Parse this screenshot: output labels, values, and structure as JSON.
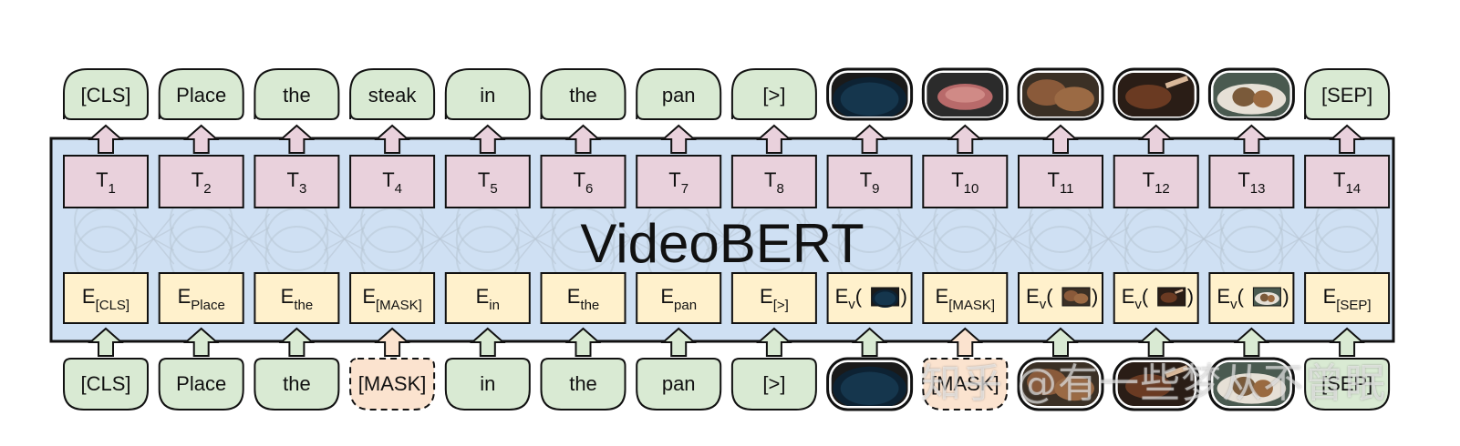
{
  "title": "VideoBERT",
  "colors": {
    "output_fill": "#d9ead3",
    "token_fill": "#e9d1dc",
    "embed_fill": "#fff1cc",
    "model_bg": "#cfe0f3",
    "mask_fill": "#fbe3cf",
    "border": "#111111"
  },
  "columns": [
    {
      "output": {
        "kind": "text",
        "label": "[CLS]"
      },
      "T": {
        "base": "T",
        "sub": "1"
      },
      "E": {
        "base": "E",
        "sub": "[CLS]"
      },
      "input": {
        "kind": "text",
        "label": "[CLS]"
      }
    },
    {
      "output": {
        "kind": "text",
        "label": "Place"
      },
      "T": {
        "base": "T",
        "sub": "2"
      },
      "E": {
        "base": "E",
        "sub": "Place"
      },
      "input": {
        "kind": "text",
        "label": "Place"
      }
    },
    {
      "output": {
        "kind": "text",
        "label": "the"
      },
      "T": {
        "base": "T",
        "sub": "3"
      },
      "E": {
        "base": "E",
        "sub": "the"
      },
      "input": {
        "kind": "text",
        "label": "the"
      }
    },
    {
      "output": {
        "kind": "text",
        "label": "steak"
      },
      "T": {
        "base": "T",
        "sub": "4"
      },
      "E": {
        "base": "E",
        "sub": "[MASK]"
      },
      "input": {
        "kind": "mask",
        "label": "[MASK]"
      }
    },
    {
      "output": {
        "kind": "text",
        "label": "in"
      },
      "T": {
        "base": "T",
        "sub": "5"
      },
      "E": {
        "base": "E",
        "sub": "in"
      },
      "input": {
        "kind": "text",
        "label": "in"
      }
    },
    {
      "output": {
        "kind": "text",
        "label": "the"
      },
      "T": {
        "base": "T",
        "sub": "6"
      },
      "E": {
        "base": "E",
        "sub": "the"
      },
      "input": {
        "kind": "text",
        "label": "the"
      }
    },
    {
      "output": {
        "kind": "text",
        "label": "pan"
      },
      "T": {
        "base": "T",
        "sub": "7"
      },
      "E": {
        "base": "E",
        "sub": "pan"
      },
      "input": {
        "kind": "text",
        "label": "pan"
      }
    },
    {
      "output": {
        "kind": "text",
        "label": "[>]"
      },
      "T": {
        "base": "T",
        "sub": "8"
      },
      "E": {
        "base": "E",
        "sub": "[>]"
      },
      "input": {
        "kind": "text",
        "label": "[>]"
      }
    },
    {
      "output": {
        "kind": "image",
        "scene": "pan-empty"
      },
      "T": {
        "base": "T",
        "sub": "9"
      },
      "E": {
        "base": "E",
        "sub": "v",
        "paren": "(",
        "close": ")",
        "thumb": "pan-empty"
      },
      "input": {
        "kind": "image",
        "scene": "pan-empty"
      }
    },
    {
      "output": {
        "kind": "image",
        "scene": "steak-raw"
      },
      "T": {
        "base": "T",
        "sub": "10"
      },
      "E": {
        "base": "E",
        "sub": "[MASK]"
      },
      "input": {
        "kind": "mask",
        "label": "[MASK]"
      }
    },
    {
      "output": {
        "kind": "image",
        "scene": "steak-cooking"
      },
      "T": {
        "base": "T",
        "sub": "11"
      },
      "E": {
        "base": "E",
        "sub": "v",
        "paren": "(",
        "close": ")",
        "thumb": "steak-cooking"
      },
      "input": {
        "kind": "image",
        "scene": "steak-cooking"
      }
    },
    {
      "output": {
        "kind": "image",
        "scene": "steak-flip"
      },
      "T": {
        "base": "T",
        "sub": "12"
      },
      "E": {
        "base": "E",
        "sub": "v",
        "paren": "(",
        "close": ")",
        "thumb": "steak-flip"
      },
      "input": {
        "kind": "image",
        "scene": "steak-flip"
      }
    },
    {
      "output": {
        "kind": "image",
        "scene": "steak-plate"
      },
      "T": {
        "base": "T",
        "sub": "13"
      },
      "E": {
        "base": "E",
        "sub": "v",
        "paren": "(",
        "close": ")",
        "thumb": "steak-plate"
      },
      "input": {
        "kind": "image",
        "scene": "steak-plate"
      }
    },
    {
      "output": {
        "kind": "text",
        "label": "[SEP]"
      },
      "T": {
        "base": "T",
        "sub": "14"
      },
      "E": {
        "base": "E",
        "sub": "[SEP]"
      },
      "input": {
        "kind": "text",
        "label": "[SEP]"
      }
    }
  ],
  "watermark": "知乎 @有一些梦从不曾眠"
}
